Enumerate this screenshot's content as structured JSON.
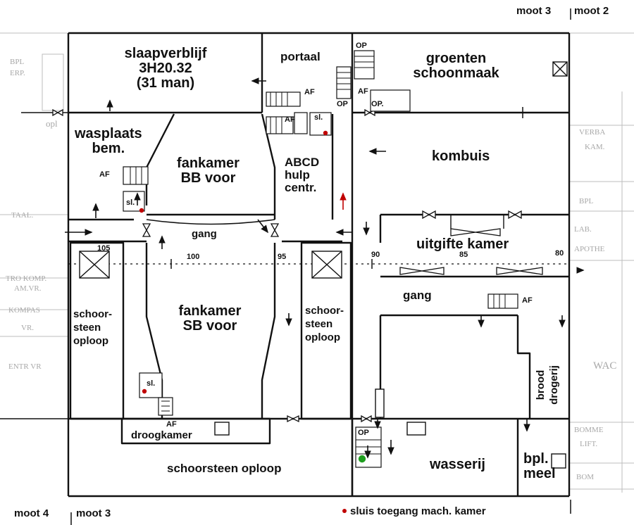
{
  "moot_labels": {
    "top_right": "moot 3",
    "top_right_b": "moot 2",
    "bottom_left": "moot 4",
    "bottom_left_b": "moot 3"
  },
  "rooms": {
    "slaapverblijf": [
      "slaapverblijf",
      "3H20.32",
      "(31 man)"
    ],
    "portaal": "portaal",
    "groenten": [
      "groenten",
      "schoonmaak"
    ],
    "wasplaats": [
      "wasplaats",
      "bem."
    ],
    "fankamer_bb": [
      "fankamer",
      "BB voor"
    ],
    "abcd": [
      "ABCD",
      "hulp",
      "centr."
    ],
    "kombuis": "kombuis",
    "gang_top": "gang",
    "uitgifte": "uitgifte kamer",
    "gang_right": "gang",
    "fankamer_sb": [
      "fankamer",
      "SB voor"
    ],
    "schoorsteen_left": [
      "schoor-",
      "steen",
      "oploop"
    ],
    "schoorsteen_mid": [
      "schoor-",
      "steen",
      "oploop"
    ],
    "brood": [
      "brood",
      "drogerij"
    ],
    "droogkamer": "droogkamer",
    "schoorsteen_bottom": "schoorsteen oploop",
    "wasserij": "wasserij",
    "bpl_meel": [
      "bpl.",
      "meel"
    ]
  },
  "frames": [
    "100",
    "95",
    "105",
    "90",
    "85",
    "80"
  ],
  "small_labels": {
    "af": "AF",
    "op": "OP",
    "op_dot": "OP.",
    "sl": "sl.",
    "opl": "opl"
  },
  "faint_labels": [
    "BPL",
    "ERP.",
    "VERBA",
    "KAM.",
    "BPL",
    "LAB.",
    "APOTHE",
    "TAAL.",
    "TRO KOMP.",
    "AM.VR.",
    "KOMPAS",
    "VR.",
    "ENTR VR",
    "WAC",
    "BOMME",
    "LIFT.",
    "BOM"
  ],
  "legend": {
    "text": "sluis toegang mach. kamer",
    "dot_color": "#c00000"
  },
  "colors": {
    "ink": "#111111",
    "faint": "#a8a8a8",
    "red": "#c00000",
    "green": "#1f9e1f"
  }
}
